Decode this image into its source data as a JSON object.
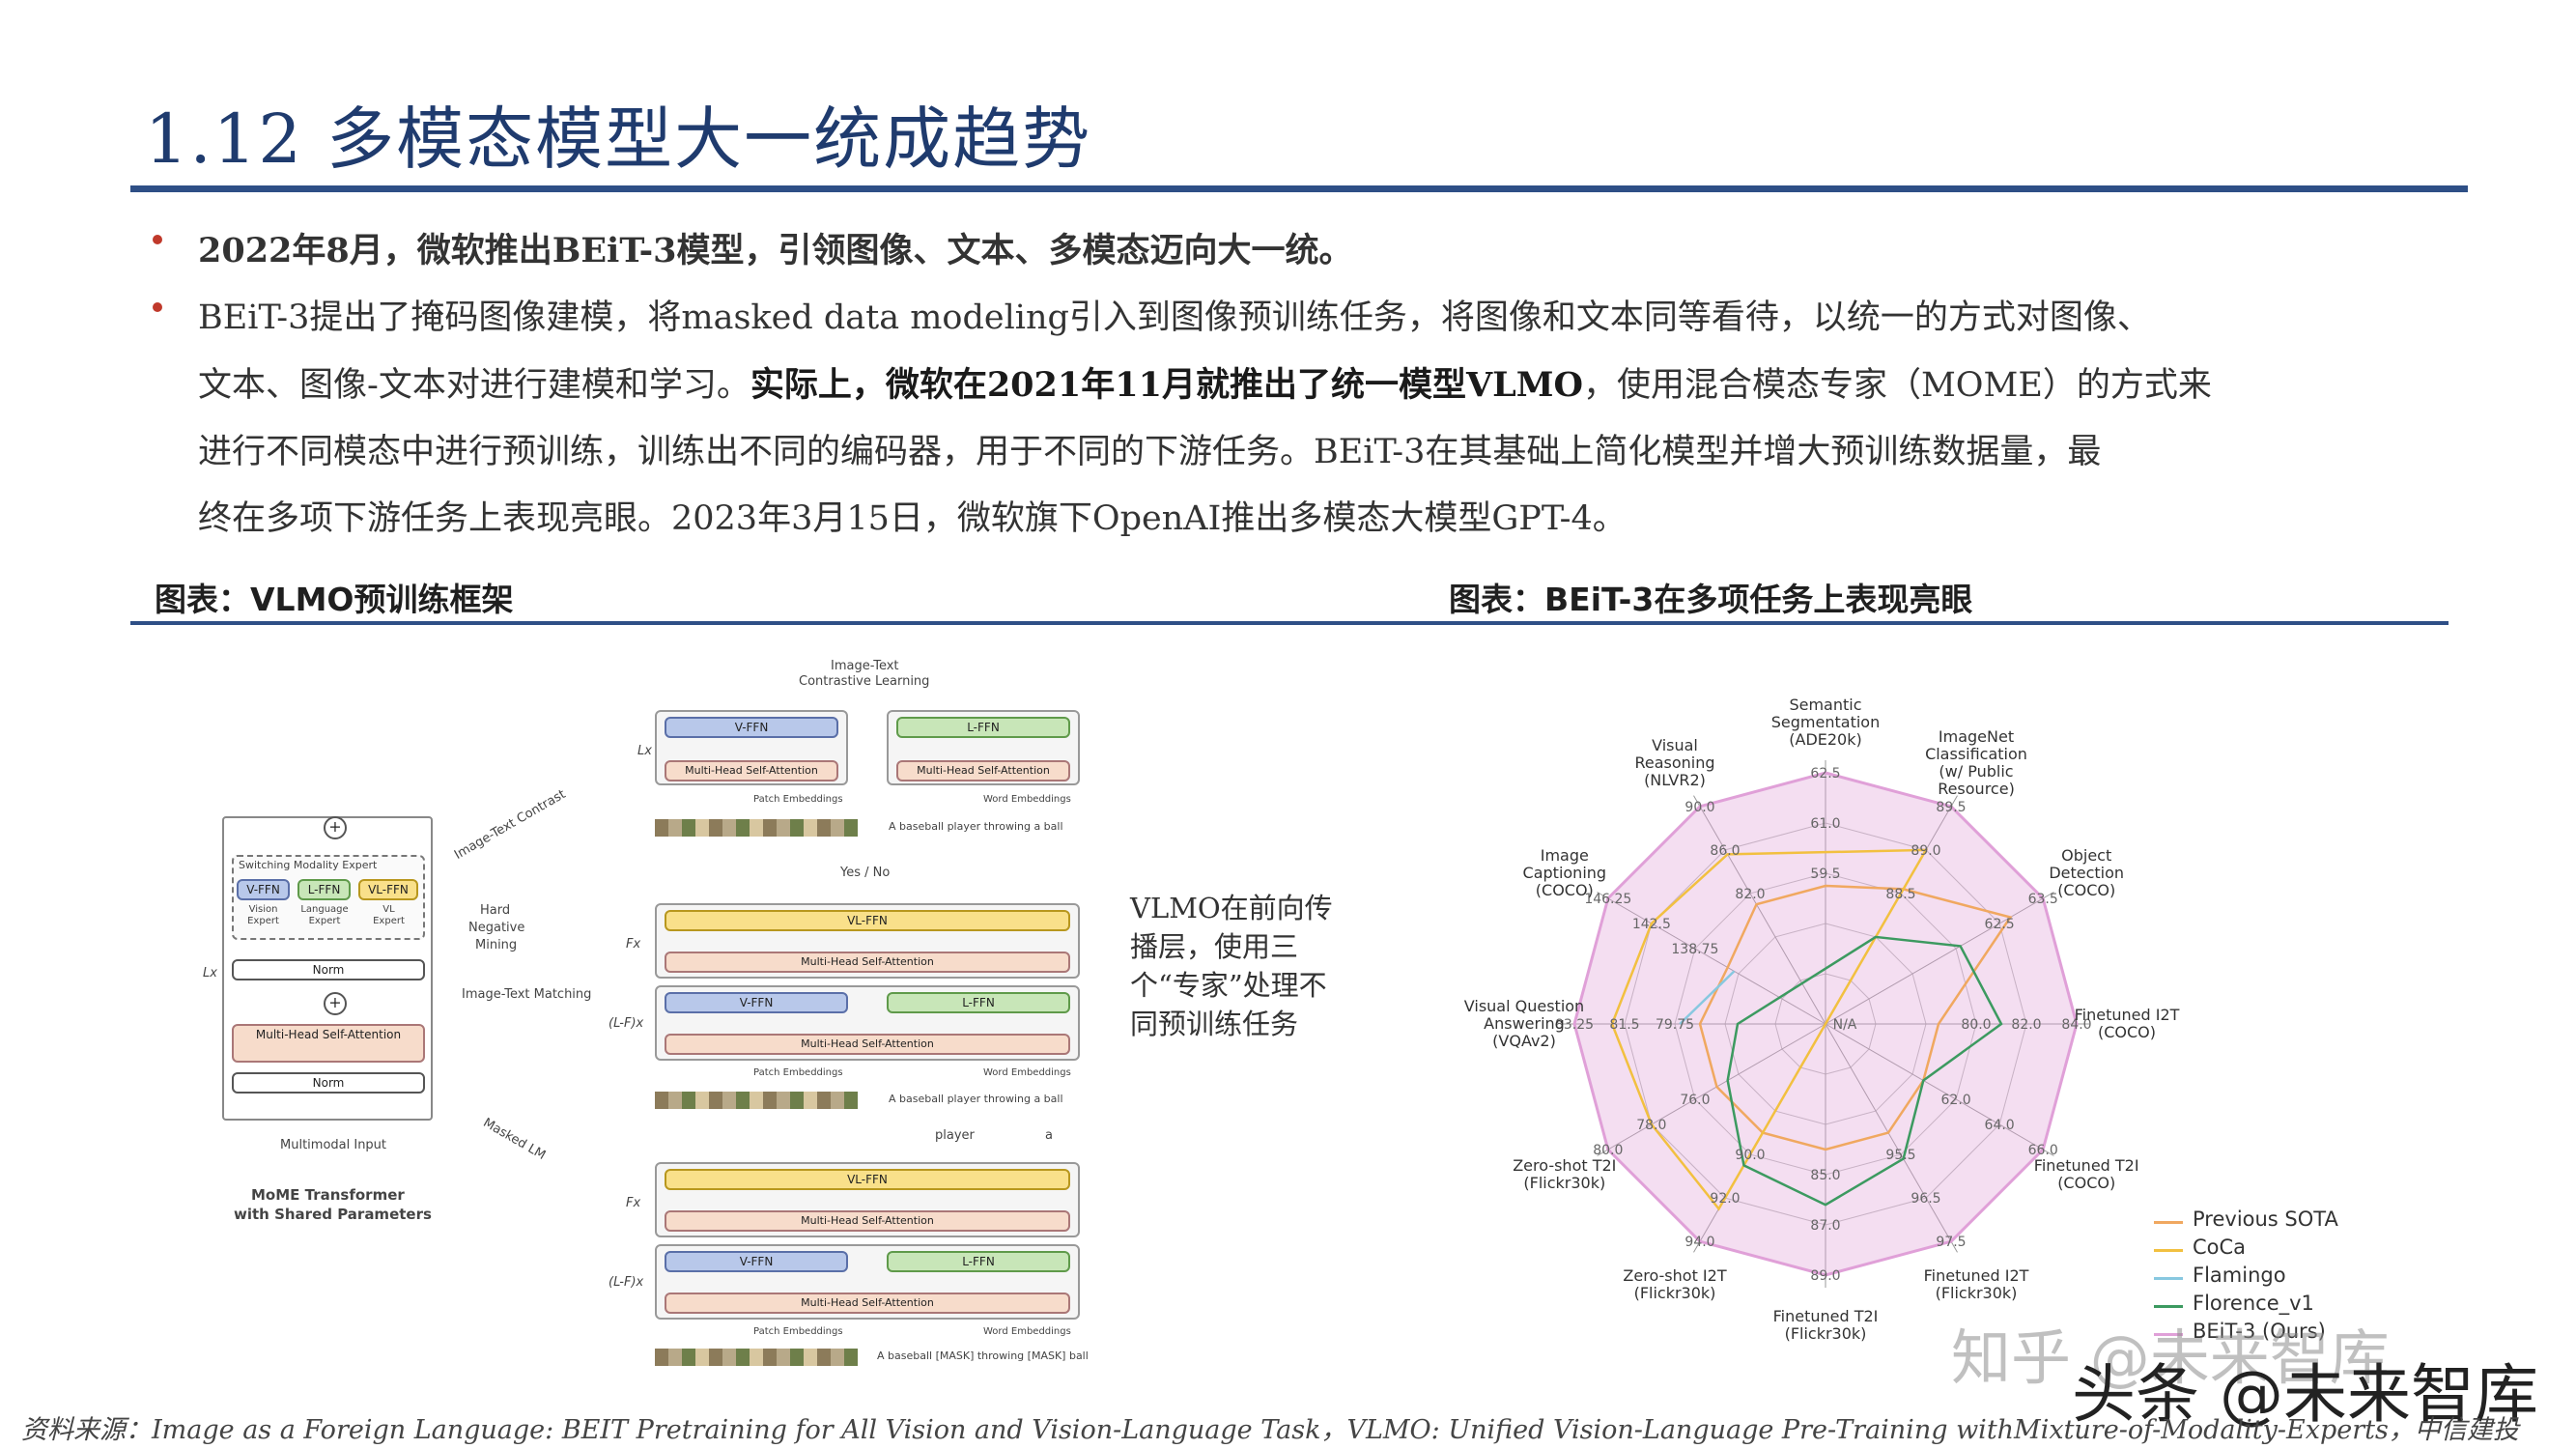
{
  "title": "1.12 多模态模型大一统成趋势",
  "bullets": [
    {
      "text": "2022年8月，微软推出BEiT-3模型，引领图像、文本、多模态迈向大一统。"
    },
    {
      "line1": "BEiT-3提出了掩码图像建模，将masked data modeling引入到图像预训练任务，将图像和文本同等看待，以统一的方式对图像、",
      "line2a": "文本、图像-文本对进行建模和学习。",
      "line2b": "实际上，微软在2021年11月就推出了统一模型VLMO",
      "line2c": "，使用混合模态专家（MOME）的方式来",
      "line3": "进行不同模态中进行预训练，训练出不同的编码器，用于不同的下游任务。BEiT-3在其基础上简化模型并增大预训练数据量，最",
      "line4": "终在多项下游任务上表现亮眼。2023年3月15日，微软旗下OpenAI推出多模态大模型GPT-4。"
    }
  ],
  "figures": {
    "left_caption": "图表：VLMO预训练框架",
    "right_caption": "图表：BEiT-3在多项任务上表现亮眼",
    "vlmo_note": "VLMO在前向传播层，使用三个“专家”处理不同预训练任务",
    "vlmo": {
      "left_block": {
        "expert_title": "Switching Modality Expert",
        "v_ffn": "V-FFN",
        "l_ffn": "L-FFN",
        "vl_ffn": "VL-FFN",
        "v_sub": "Vision Expert",
        "l_sub": "Language Expert",
        "vl_sub": "VL Expert",
        "norm": "Norm",
        "mhsa": "Multi-Head Self-Attention",
        "lx": "Lx",
        "input": "Multimodal Input",
        "name1": "MoME Transformer",
        "name2": "with Shared Parameters"
      },
      "tasks": {
        "itc": "Image-Text Contrast",
        "hard1": "Hard",
        "hard2": "Negative",
        "hard3": "Mining",
        "itm": "Image-Text Matching",
        "mlm": "Masked LM"
      },
      "top": {
        "head1": "Image-Text",
        "head2": "Contrastive Learning",
        "v_ffn": "V-FFN",
        "l_ffn": "L-FFN",
        "mhsa": "Multi-Head Self-Attention",
        "lx": "Lx",
        "patch": "Patch Embeddings",
        "word": "Word Embeddings",
        "sentence": "A baseball player throwing a ball"
      },
      "middle": {
        "out": "Yes / No",
        "vl_ffn": "VL-FFN",
        "mhsa": "Multi-Head Self-Attention",
        "v_ffn": "V-FFN",
        "l_ffn": "L-FFN",
        "fx": "Fx",
        "lfx": "(L-F)x",
        "patch": "Patch Embeddings",
        "word": "Word Embeddings",
        "sentence": "A baseball player throwing a ball"
      },
      "bottom": {
        "out1": "player",
        "out2": "a",
        "vl_ffn": "VL-FFN",
        "mhsa": "Multi-Head Self-Attention",
        "v_ffn": "V-FFN",
        "l_ffn": "L-FFN",
        "fx": "Fx",
        "lfx": "(L-F)x",
        "patch": "Patch Embeddings",
        "word": "Word Embeddings",
        "sentence": "A baseball [MASK] throwing [MASK] ball"
      }
    }
  },
  "chart_data": {
    "type": "radar",
    "axes": [
      {
        "label": [
          "Semantic",
          "Segmentation",
          "(ADE20k)"
        ],
        "max": 62.5,
        "ticks": [
          "62.5",
          "61.0",
          "59.5"
        ]
      },
      {
        "label": [
          "ImageNet",
          "Classification",
          "(w/ Public",
          "Resource)"
        ],
        "max": 89.5,
        "ticks": [
          "89.5",
          "89.0",
          "88.5"
        ]
      },
      {
        "label": [
          "Object",
          "Detection",
          "(COCO)"
        ],
        "max": 63.5,
        "ticks": [
          "63.5",
          "62.5"
        ]
      },
      {
        "label": [
          "Finetuned I2T",
          "(COCO)"
        ],
        "max": 84.0,
        "ticks": [
          "84.0",
          "82.0",
          "80.0"
        ]
      },
      {
        "label": [
          "Finetuned T2I",
          "(COCO)"
        ],
        "max": 66.0,
        "ticks": [
          "66.0",
          "64.0",
          "62.0"
        ]
      },
      {
        "label": [
          "Finetuned I2T",
          "(Flickr30k)"
        ],
        "max": 97.5,
        "ticks": [
          "97.5",
          "96.5",
          "95.5"
        ]
      },
      {
        "label": [
          "Finetuned T2I",
          "(Flickr30k)"
        ],
        "max": 89.0,
        "ticks": [
          "89.0",
          "87.0",
          "85.0"
        ]
      },
      {
        "label": [
          "Zero-shot I2T",
          "(Flickr30k)"
        ],
        "max": 94.0,
        "ticks": [
          "94.0",
          "92.0",
          "90.0"
        ]
      },
      {
        "label": [
          "Zero-shot T2I",
          "(Flickr30k)"
        ],
        "max": 80.0,
        "ticks": [
          "80.0",
          "78.0",
          "76.0"
        ]
      },
      {
        "label": [
          "Visual Question",
          "Answering",
          "(VQAv2)"
        ],
        "max": 83.25,
        "ticks": [
          "83.25",
          "81.5",
          "79.75"
        ]
      },
      {
        "label": [
          "Image",
          "Captioning",
          "(COCO)"
        ],
        "max": 146.25,
        "ticks": [
          "146.25",
          "142.5",
          "138.75"
        ]
      },
      {
        "label": [
          "Visual",
          "Reasoning",
          "(NLVR2)"
        ],
        "max": 90.0,
        "ticks": [
          "90.0",
          "86.0",
          "82.0"
        ]
      }
    ],
    "center_label": "N/A",
    "series": [
      {
        "name": "Previous SOTA",
        "color": "#f0a860",
        "values": [
          0.55,
          0.62,
          0.85,
          0.45,
          0.45,
          0.5,
          0.5,
          0.5,
          0.5,
          0.5,
          0.45,
          0.55
        ]
      },
      {
        "name": "CoCa",
        "color": "#f2c040",
        "values": [
          0.0,
          0.8,
          0.0,
          0.0,
          0.0,
          0.0,
          0.0,
          0.85,
          0.8,
          0.85,
          0.8,
          0.78
        ]
      },
      {
        "name": "Flamingo",
        "color": "#88c8e0",
        "values": [
          0.0,
          0.0,
          0.0,
          0.0,
          0.0,
          0.0,
          0.0,
          0.0,
          0.0,
          0.58,
          0.42,
          0.0
        ]
      },
      {
        "name": "Florence_v1",
        "color": "#3c9a60",
        "values": [
          0.0,
          0.4,
          0.62,
          0.7,
          0.45,
          0.62,
          0.72,
          0.65,
          0.45,
          0.35,
          0.0,
          0.0
        ]
      },
      {
        "name": "BEiT-3 (Ours)",
        "color": "#e0a0d8",
        "values": [
          1,
          1,
          1,
          1,
          1,
          1,
          1,
          1,
          1,
          1,
          1,
          1
        ]
      }
    ]
  },
  "source": "资料来源：Image as a Foreign Language: BEIT Pretraining for All Vision and Vision-Language Task，VLMO: Unified Vision-Language Pre-Training withMixture-of-Modality-Experts，中信建投",
  "watermark": {
    "line1": "知乎 @未来智库",
    "line2": "头条 @未来智库"
  }
}
